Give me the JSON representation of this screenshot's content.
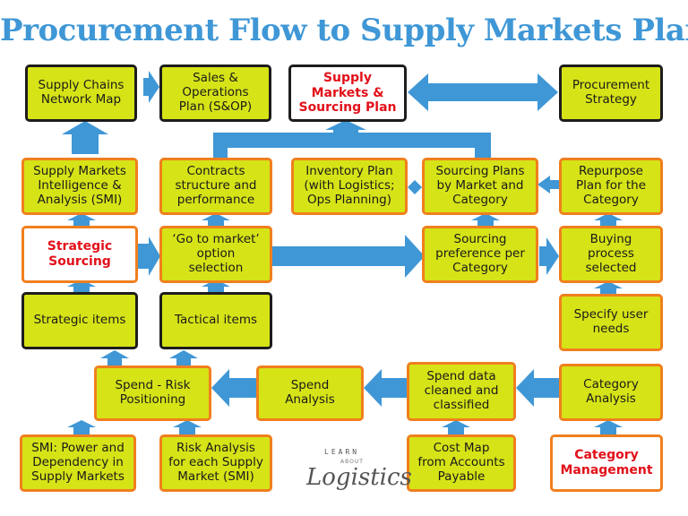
{
  "title": "Procurement Flow to Supply Markets Plan",
  "colors": {
    "title": "#3f97d6",
    "arrow": "#3f97d6",
    "box_fill": "#d6e317",
    "border_orange": "#f07f1e",
    "border_black": "#1d1d1d",
    "highlight_text": "#e2101a"
  },
  "nodes": {
    "network_map": "Supply Chains\nNetwork Map",
    "sop": "Sales &\nOperations\nPlan (S&OP)",
    "supply_markets_plan": "Supply\nMarkets &\nSourcing Plan",
    "procurement_strategy": "Procurement\nStrategy",
    "smi": "Supply Markets\nIntelligence &\nAnalysis (SMI)",
    "contracts": "Contracts\nstructure and\nperformance",
    "inventory_plan": "Inventory Plan\n(with Logistics;\nOps Planning)",
    "sourcing_plans": "Sourcing Plans\nby Market and\nCategory",
    "repurpose_plan": "Repurpose\nPlan for the\nCategory",
    "strategic_sourcing": "Strategic\nSourcing",
    "go_to_market": "‘Go to market’\noption\nselection",
    "sourcing_preference": "Sourcing\npreference per\nCategory",
    "buying_process": "Buying\nprocess\nselected",
    "strategic_items": "Strategic items",
    "tactical_items": "Tactical items",
    "specify_needs": "Specify user\nneeds",
    "spend_risk": "Spend - Risk\nPositioning",
    "spend_analysis": "Spend\nAnalysis",
    "spend_data": "Spend data\ncleaned and\nclassified",
    "category_analysis": "Category\nAnalysis",
    "smi_power": "SMI: Power and\nDependency in\nSupply Markets",
    "risk_analysis": "Risk Analysis\nfor each Supply\nMarket (SMI)",
    "cost_map": "Cost Map\nfrom Accounts\nPayable",
    "category_management": "Category\nManagement"
  },
  "watermark": {
    "learn": "LEARN",
    "about": "ABOUT",
    "logistics": "Logistics"
  }
}
